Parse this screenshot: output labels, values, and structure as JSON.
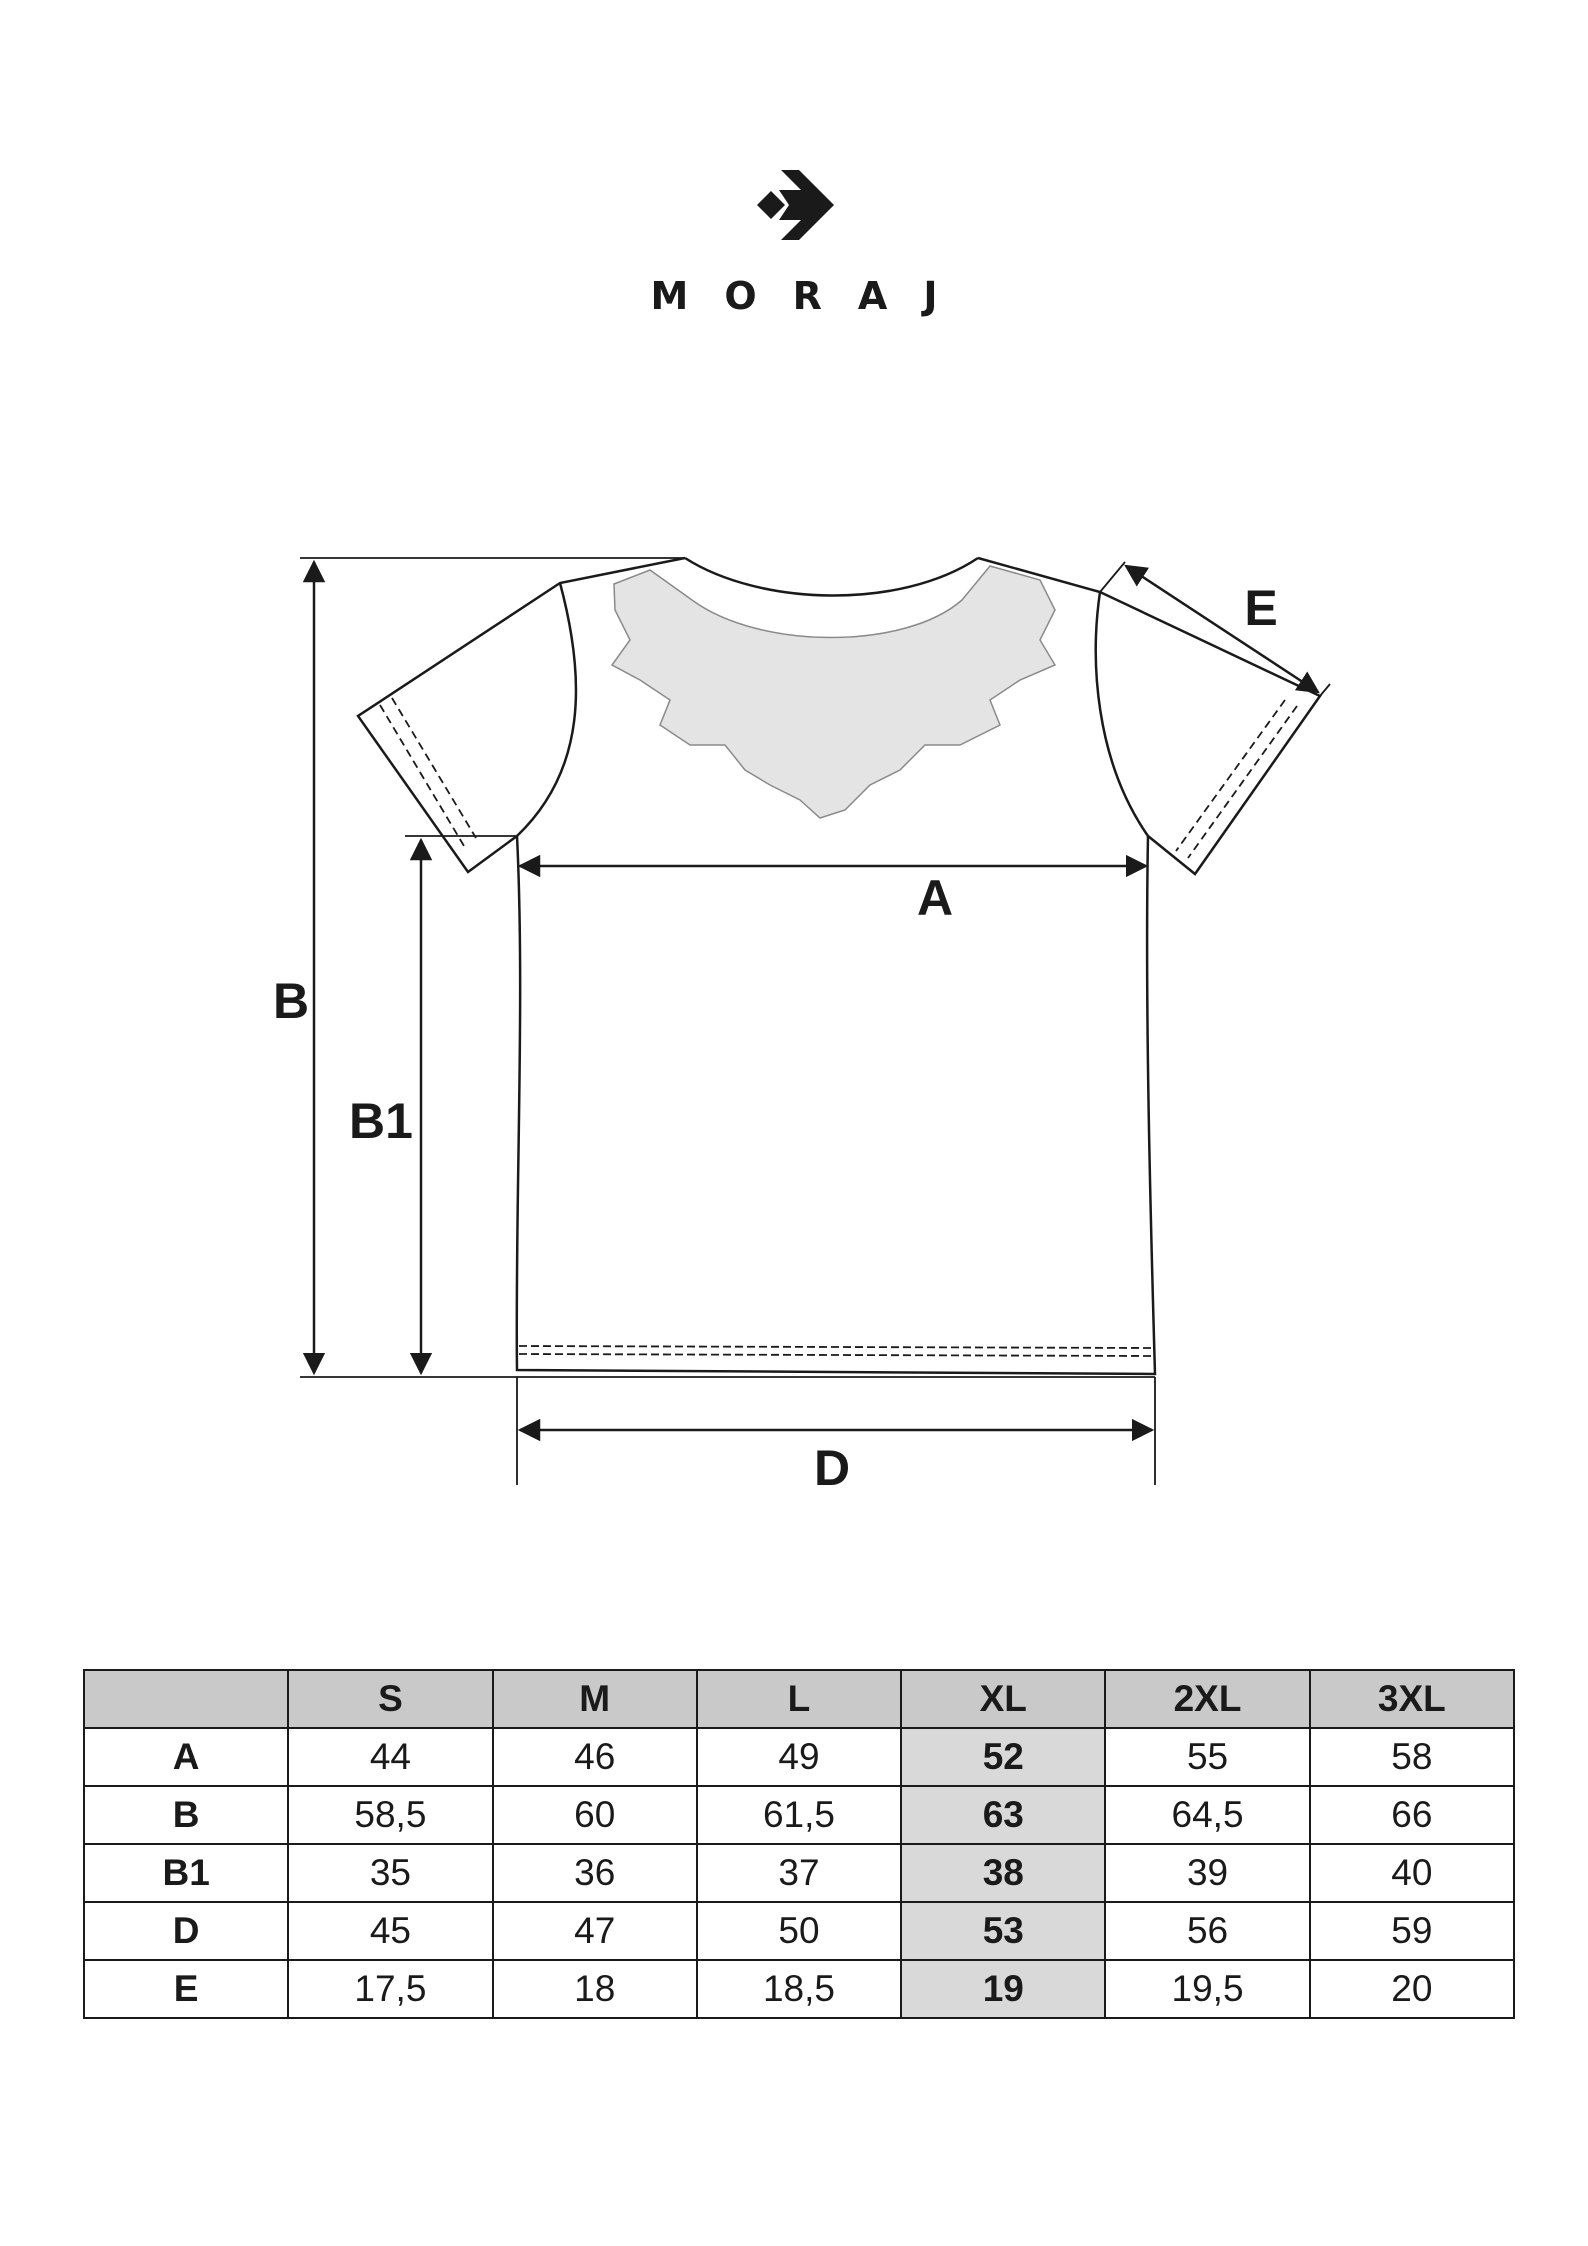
{
  "brand": {
    "name": "MORAJ",
    "mark_icon": "moraj-chevron-logo-icon"
  },
  "diagram": {
    "labels": {
      "A": "A",
      "B": "B",
      "B1": "B1",
      "D": "D",
      "E": "E"
    },
    "icons": [
      "tshirt-outline-icon",
      "lace-collar-icon",
      "dimension-arrow-icon"
    ]
  },
  "size_table": {
    "columns": [
      "",
      "S",
      "M",
      "L",
      "XL",
      "2XL",
      "3XL"
    ],
    "highlight_column": "XL",
    "rows": [
      {
        "label": "A",
        "values": [
          "44",
          "46",
          "49",
          "52",
          "55",
          "58"
        ]
      },
      {
        "label": "B",
        "values": [
          "58,5",
          "60",
          "61,5",
          "63",
          "64,5",
          "66"
        ]
      },
      {
        "label": "B1",
        "values": [
          "35",
          "36",
          "37",
          "38",
          "39",
          "40"
        ]
      },
      {
        "label": "D",
        "values": [
          "45",
          "47",
          "50",
          "53",
          "56",
          "59"
        ]
      },
      {
        "label": "E",
        "values": [
          "17,5",
          "18",
          "18,5",
          "19",
          "19,5",
          "20"
        ]
      }
    ],
    "header_color": "#c9c9c9",
    "highlight_color": "#d9d9d9"
  }
}
